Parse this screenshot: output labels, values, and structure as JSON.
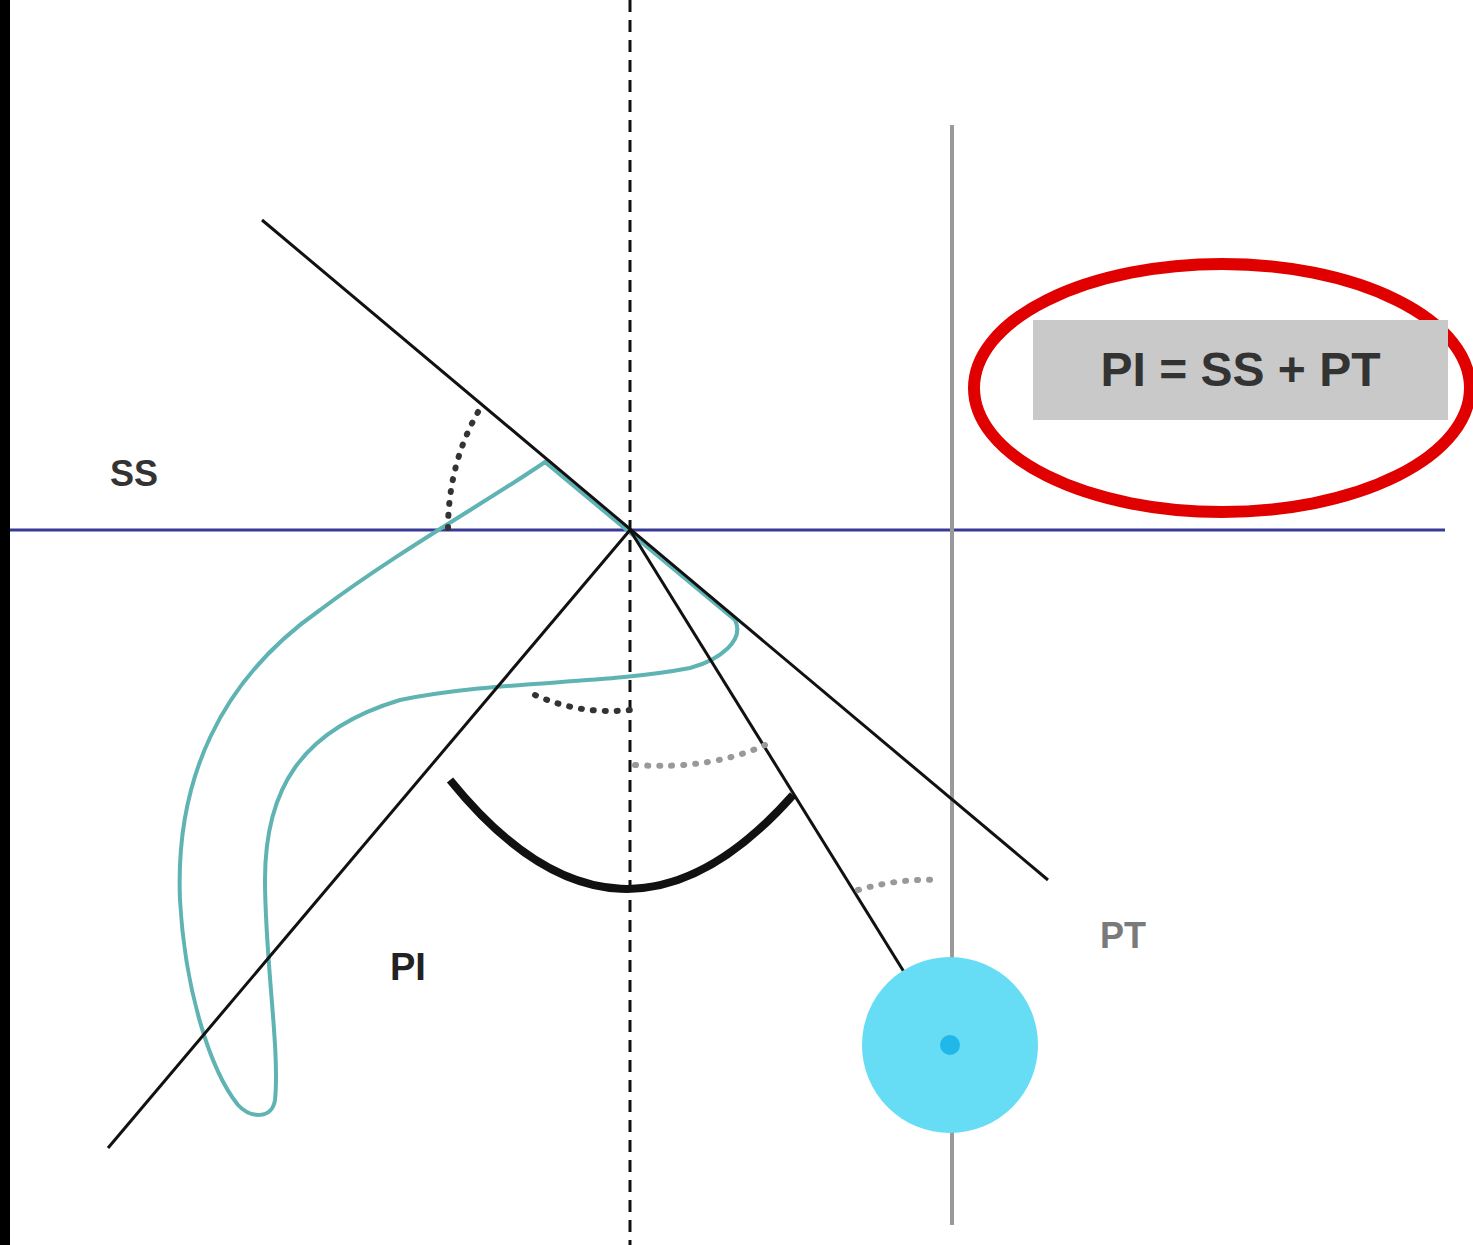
{
  "diagram": {
    "nodes": [
      {
        "text": [
          "PI = SS + PT"
        ]
      }
    ],
    "labels": [
      "SS",
      "PI",
      "PT"
    ]
  }
}
